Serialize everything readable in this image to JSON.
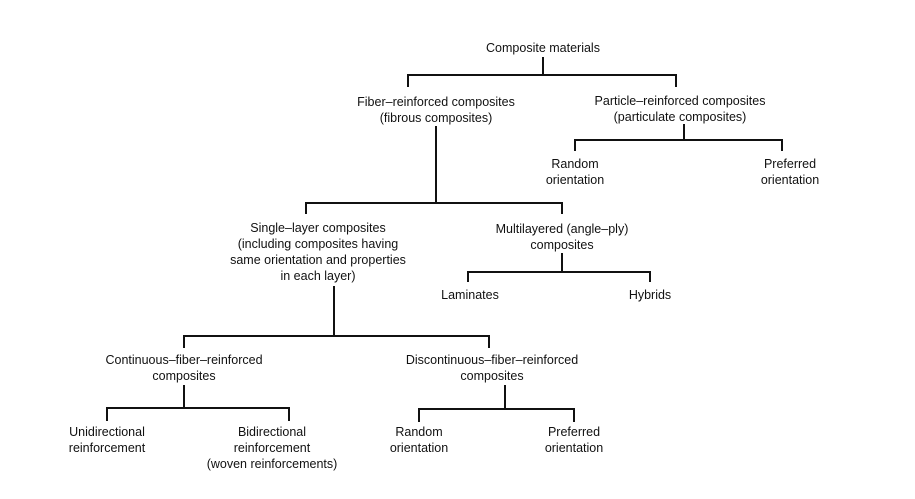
{
  "diagram": {
    "nodes": {
      "root": [
        "Composite materials"
      ],
      "fiber": [
        "Fiber–reinforced composites",
        "(fibrous composites)"
      ],
      "particle": [
        "Particle–reinforced composites",
        "(particulate composites)"
      ],
      "particle_random": [
        "Random",
        "orientation"
      ],
      "particle_preferred": [
        "Preferred",
        "orientation"
      ],
      "single_layer": [
        "Single–layer composites",
        "(including composites having",
        "same orientation and properties",
        "in each layer)"
      ],
      "multilayered": [
        "Multilayered (angle–ply)",
        "composites"
      ],
      "laminates": [
        "Laminates"
      ],
      "hybrids": [
        "Hybrids"
      ],
      "continuous": [
        "Continuous–fiber–reinforced",
        "composites"
      ],
      "discontinuous": [
        "Discontinuous–fiber–reinforced",
        "composites"
      ],
      "unidirectional": [
        "Unidirectional",
        "reinforcement"
      ],
      "bidirectional": [
        "Bidirectional",
        "reinforcement",
        "(woven reinforcements)"
      ],
      "disc_random": [
        "Random",
        "orientation"
      ],
      "disc_preferred": [
        "Preferred",
        "orientation"
      ]
    },
    "line_color": "#111111",
    "text_color": "#111111"
  }
}
